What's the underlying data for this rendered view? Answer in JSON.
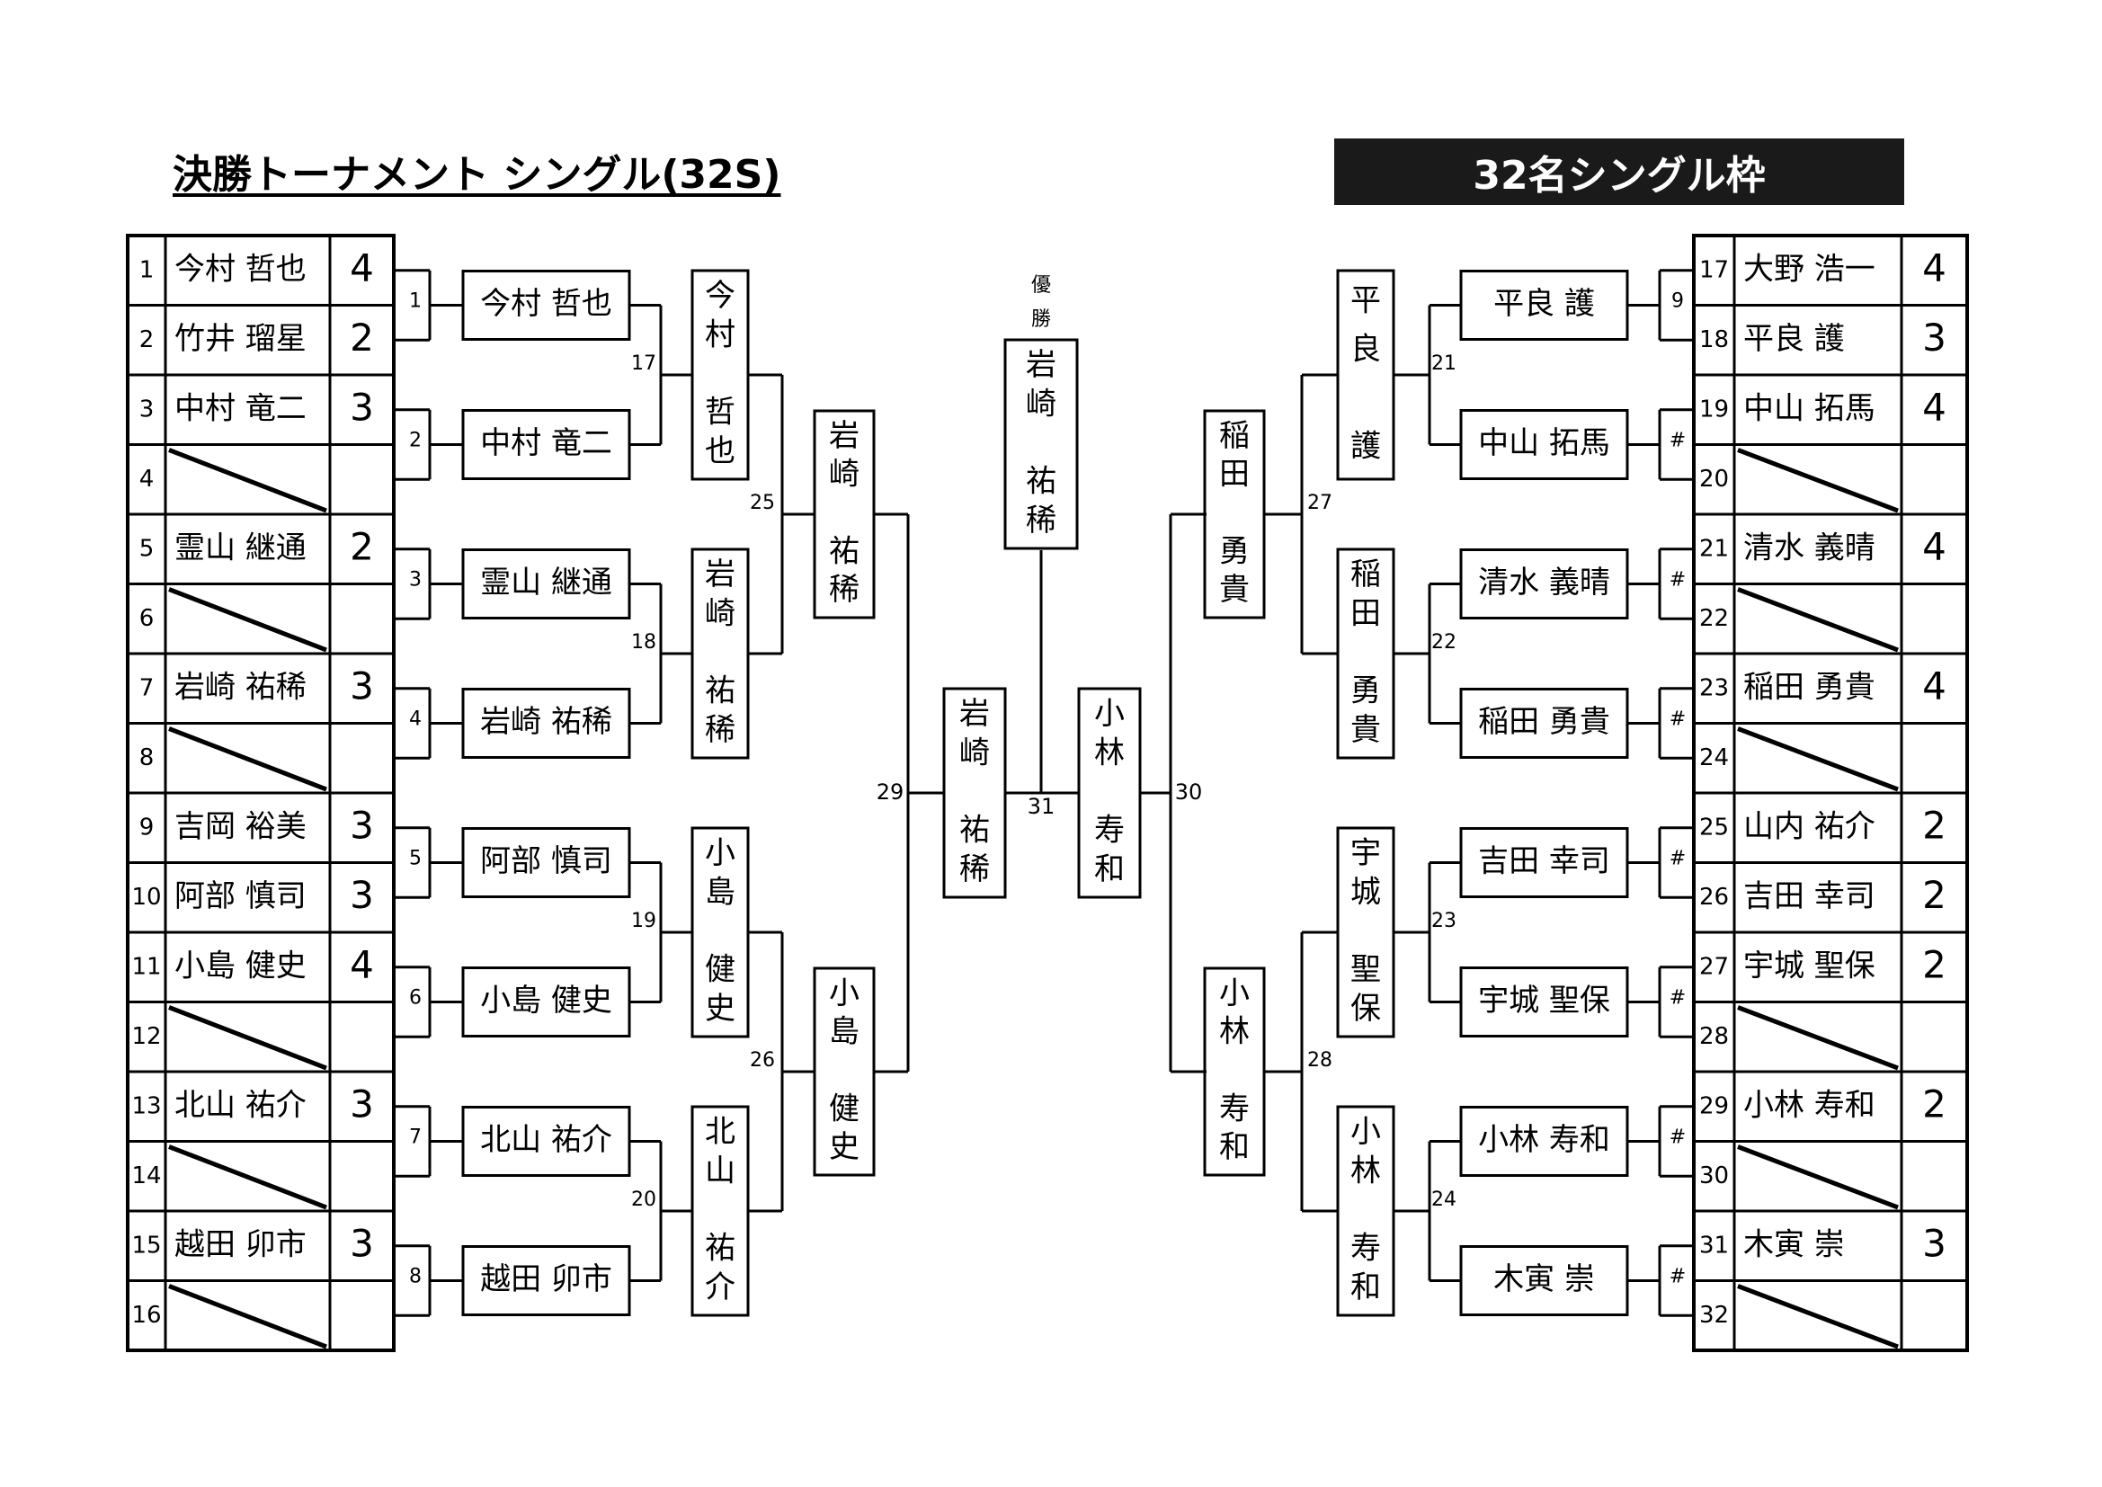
{
  "title": "決勝トーナメント シングル(32S)",
  "subtitle": "32名シングル枠",
  "winner_label": "優勝",
  "champion": "岩崎 祐稀",
  "left_entries": [
    {
      "no": "1",
      "name": "今村 哲也",
      "score": "4"
    },
    {
      "no": "2",
      "name": "竹井 瑠星",
      "score": "2"
    },
    {
      "no": "3",
      "name": "中村 竜二",
      "score": "3"
    },
    {
      "no": "4",
      "name": "",
      "score": ""
    },
    {
      "no": "5",
      "name": "霊山 継通",
      "score": "2"
    },
    {
      "no": "6",
      "name": "",
      "score": ""
    },
    {
      "no": "7",
      "name": "岩崎 祐稀",
      "score": "3"
    },
    {
      "no": "8",
      "name": "",
      "score": ""
    },
    {
      "no": "9",
      "name": "吉岡 裕美",
      "score": "3"
    },
    {
      "no": "10",
      "name": "阿部 慎司",
      "score": "3"
    },
    {
      "no": "11",
      "name": "小島 健史",
      "score": "4"
    },
    {
      "no": "12",
      "name": "",
      "score": ""
    },
    {
      "no": "13",
      "name": "北山 祐介",
      "score": "3"
    },
    {
      "no": "14",
      "name": "",
      "score": ""
    },
    {
      "no": "15",
      "name": "越田 卯市",
      "score": "3"
    },
    {
      "no": "16",
      "name": "",
      "score": ""
    }
  ],
  "right_entries": [
    {
      "no": "17",
      "name": "大野 浩一",
      "score": "4"
    },
    {
      "no": "18",
      "name": "平良 護",
      "score": "3"
    },
    {
      "no": "19",
      "name": "中山 拓馬",
      "score": "4"
    },
    {
      "no": "20",
      "name": "",
      "score": ""
    },
    {
      "no": "21",
      "name": "清水 義晴",
      "score": "4"
    },
    {
      "no": "22",
      "name": "",
      "score": ""
    },
    {
      "no": "23",
      "name": "稲田 勇貴",
      "score": "4"
    },
    {
      "no": "24",
      "name": "",
      "score": ""
    },
    {
      "no": "25",
      "name": "山内 祐介",
      "score": "2"
    },
    {
      "no": "26",
      "name": "吉田 幸司",
      "score": "2"
    },
    {
      "no": "27",
      "name": "宇城 聖保",
      "score": "2"
    },
    {
      "no": "28",
      "name": "",
      "score": ""
    },
    {
      "no": "29",
      "name": "小林 寿和",
      "score": "2"
    },
    {
      "no": "30",
      "name": "",
      "score": ""
    },
    {
      "no": "31",
      "name": "木寅 崇",
      "score": "3"
    },
    {
      "no": "32",
      "name": "",
      "score": ""
    }
  ],
  "left_r1": [
    {
      "match": "1",
      "name": "今村 哲也"
    },
    {
      "match": "2",
      "name": "中村 竜二"
    },
    {
      "match": "3",
      "name": "霊山 継通"
    },
    {
      "match": "4",
      "name": "岩崎 祐稀"
    },
    {
      "match": "5",
      "name": "阿部 慎司"
    },
    {
      "match": "6",
      "name": "小島 健史"
    },
    {
      "match": "7",
      "name": "北山 祐介"
    },
    {
      "match": "8",
      "name": "越田 卯市"
    }
  ],
  "right_r1": [
    {
      "match": "9",
      "name": "平良 護"
    },
    {
      "match": "#",
      "name": "中山 拓馬"
    },
    {
      "match": "#",
      "name": "清水 義晴"
    },
    {
      "match": "#",
      "name": "稲田 勇貴"
    },
    {
      "match": "#",
      "name": "吉田 幸司"
    },
    {
      "match": "#",
      "name": "宇城 聖保"
    },
    {
      "match": "#",
      "name": "小林 寿和"
    },
    {
      "match": "#",
      "name": "木寅 崇"
    }
  ],
  "left_r2": [
    {
      "match": "17",
      "name": "今村 哲也"
    },
    {
      "match": "18",
      "name": "岩崎 祐稀"
    },
    {
      "match": "19",
      "name": "小島 健史"
    },
    {
      "match": "20",
      "name": "北山 祐介"
    }
  ],
  "right_r2": [
    {
      "match": "21",
      "name": "平良 護"
    },
    {
      "match": "22",
      "name": "稲田 勇貴"
    },
    {
      "match": "23",
      "name": "宇城 聖保"
    },
    {
      "match": "24",
      "name": "小林 寿和"
    }
  ],
  "left_r3": [
    {
      "match": "25",
      "name": "岩崎 祐稀"
    },
    {
      "match": "26",
      "name": "小島 健史"
    }
  ],
  "right_r3": [
    {
      "match": "27",
      "name": "稲田 勇貴"
    },
    {
      "match": "28",
      "name": "小林 寿和"
    }
  ],
  "left_semi": {
    "match": "29",
    "name": "岩崎 祐稀"
  },
  "right_semi": {
    "match": "30",
    "name": "小林 寿和"
  },
  "final": {
    "match": "31"
  }
}
